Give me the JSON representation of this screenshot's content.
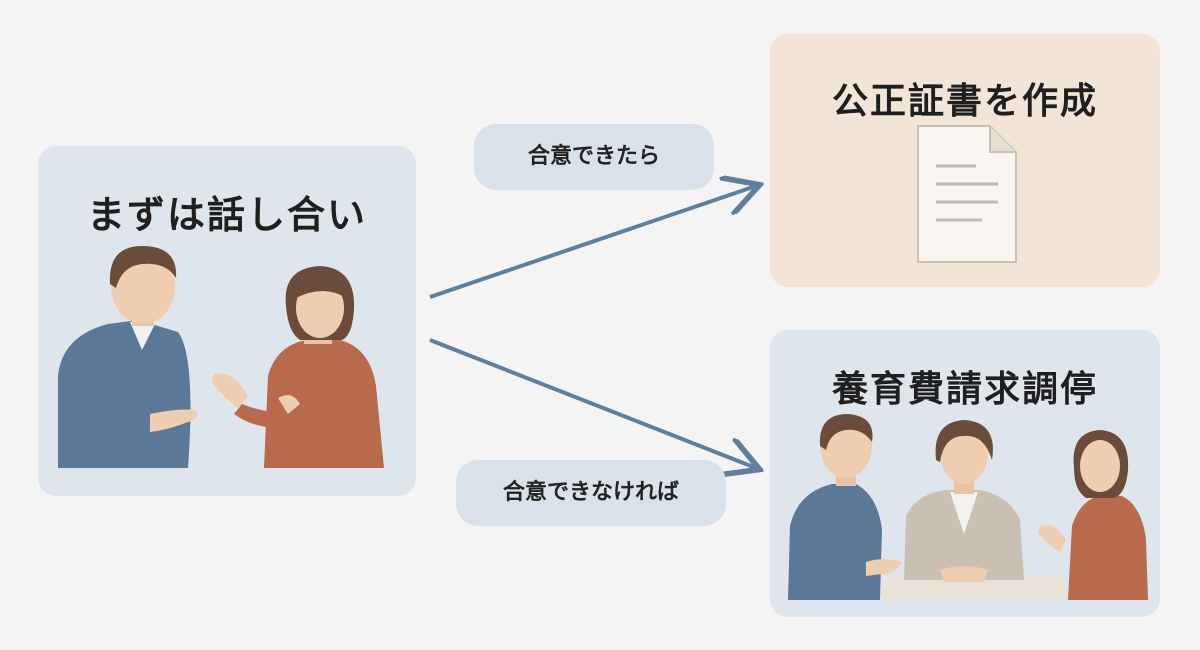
{
  "start": {
    "title": "まずは話し合い"
  },
  "notary": {
    "title": "公正証書を作成"
  },
  "mediation": {
    "title": "養育費請求調停"
  },
  "branches": {
    "agree_label": "合意できたら",
    "disagree_label": "合意できなければ"
  },
  "colors": {
    "arrow": "#5f7f9c",
    "panel_blue": "#dfe5ec",
    "panel_beige": "#f2e4d6",
    "shirt_blue": "#5b7896",
    "sweater_rust": "#b86a4c",
    "hair_brown": "#6b4c3b",
    "jacket_beige": "#c9bfb2"
  }
}
